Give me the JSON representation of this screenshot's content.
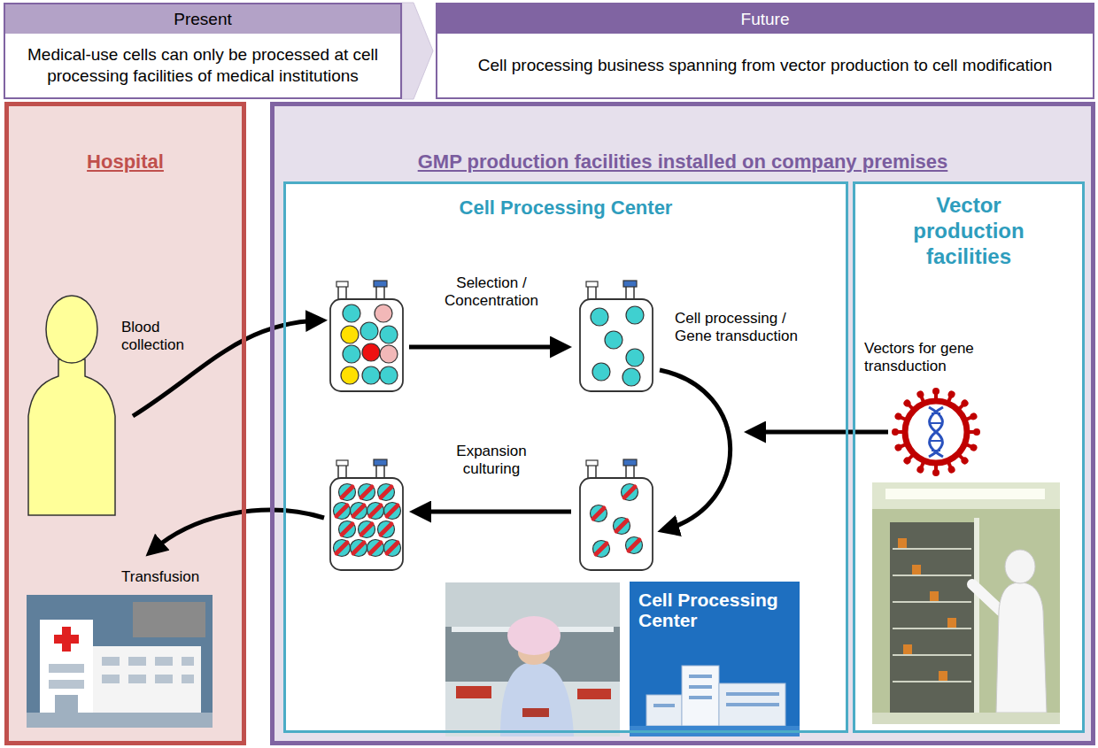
{
  "diagram": {
    "nodes": [
      {
        "text": [
          "Present",
          "Medical-use cells can only be processed at cell processing facilities of medical institutions"
        ]
      },
      {
        "text": [
          "Future",
          "Cell processing business spanning from vector production to cell modification"
        ]
      },
      {
        "text": [
          "Hospital"
        ]
      },
      {
        "text": [
          "GMP production facilities installed on company premises"
        ]
      },
      {
        "text": [
          "Cell Processing Center"
        ],
        "in": 3
      },
      {
        "text": [
          "Vector production facilities",
          "Vectors for gene transduction"
        ],
        "in": 3
      }
    ],
    "edges": [
      {
        "from": 0,
        "to": 1,
        "arrow": "to"
      }
    ],
    "labels": [
      "Blood collection",
      "Transfusion",
      "Selection / Concentration",
      "Cell processing / Gene transduction",
      "Expansion culturing",
      "Cell Processing Center"
    ]
  }
}
